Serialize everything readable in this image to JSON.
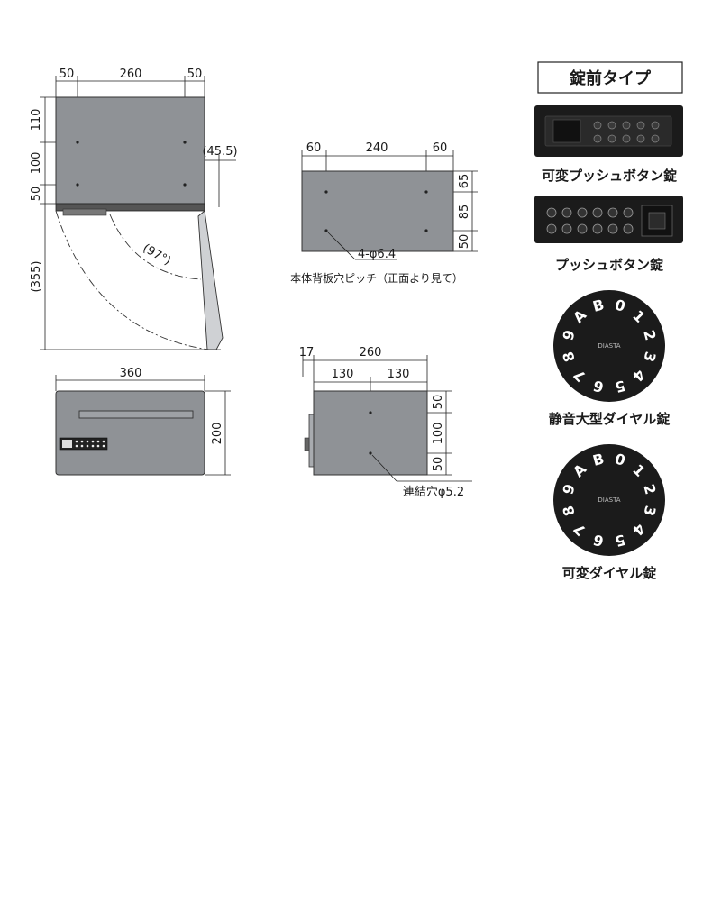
{
  "top_view": {
    "dim_left": "50",
    "dim_center": "260",
    "dim_right": "50",
    "dim_v1": "110",
    "dim_v2": "100",
    "dim_v3": "50",
    "dim_open_depth": "(355)",
    "dim_protrusion": "(45.5)",
    "dim_angle": "(97°)"
  },
  "back_view": {
    "dim_left": "60",
    "dim_center": "240",
    "dim_right": "60",
    "dim_v1": "65",
    "dim_v2": "85",
    "dim_v3": "50",
    "hole_label": "4-φ6.4",
    "caption": "本体背板穴ピッチ（正面より見て）"
  },
  "front_view": {
    "dim_width": "360",
    "dim_height": "200"
  },
  "side_view": {
    "dim_top_small": "17",
    "dim_top_total": "260",
    "dim_top_left": "130",
    "dim_top_right": "130",
    "dim_v1": "50",
    "dim_v2": "100",
    "dim_v3": "50",
    "hole_label": "連結穴φ5.2"
  },
  "lock_types": {
    "title": "錠前タイプ",
    "items": [
      {
        "label": "可変プッシュボタン錠"
      },
      {
        "label": "プッシュボタン錠"
      },
      {
        "label": "静音大型ダイヤル錠",
        "dial_brand": "DIASTA"
      },
      {
        "label": "可変ダイヤル錠",
        "dial_brand": "DIASTA"
      }
    ],
    "dial_digits": [
      "A",
      "B",
      "0",
      "1",
      "2",
      "3",
      "4",
      "5",
      "6",
      "7",
      "8",
      "9"
    ]
  },
  "colors": {
    "body": "#8f9296",
    "lock_black": "#1b1b1b",
    "line": "#222222"
  }
}
